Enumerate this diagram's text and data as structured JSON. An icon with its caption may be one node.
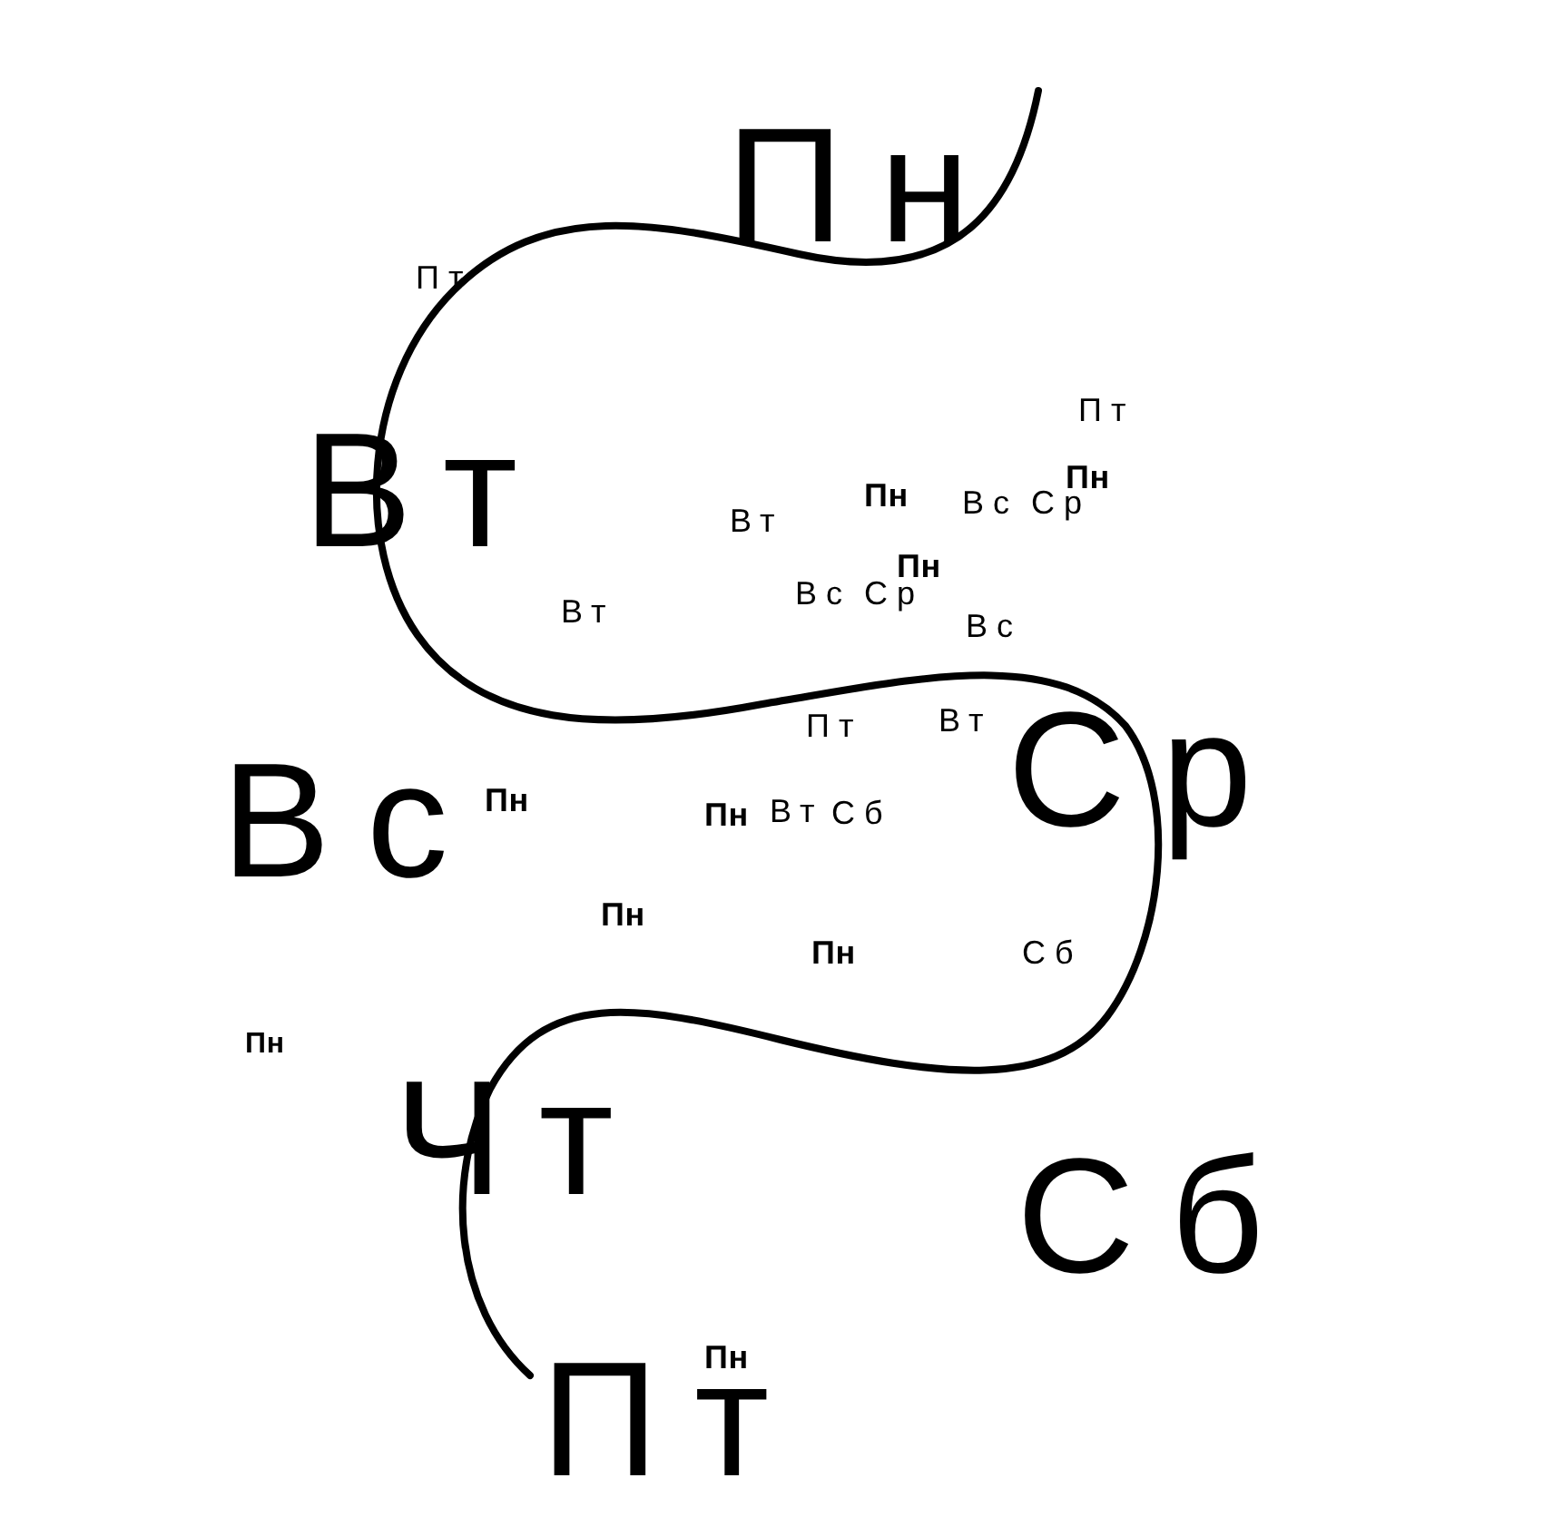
{
  "diagram": {
    "labels": [
      "Пн",
      "Пт",
      "Пт",
      "Пн",
      "Вс",
      "Ср",
      "Пн",
      "Вт",
      "Вт",
      "Пн",
      "Вс",
      "Ср",
      "Вт",
      "Вс",
      "Пт",
      "Вт",
      "Ср",
      "Вс",
      "Пн",
      "Пн",
      "Вт",
      "Сб",
      "Пн",
      "Пн",
      "Сб",
      "Пн",
      "Чт",
      "Сб",
      "Пн",
      "Пт"
    ]
  }
}
